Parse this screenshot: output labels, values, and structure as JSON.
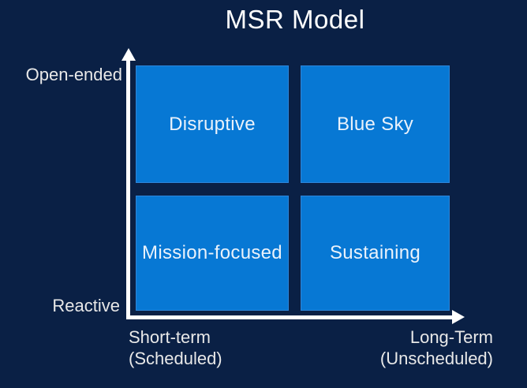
{
  "title": "MSR Model",
  "quadrants": [
    {
      "id": "top-left",
      "label": "Disruptive"
    },
    {
      "id": "top-right",
      "label": "Blue Sky"
    },
    {
      "id": "bottom-left",
      "label": "Mission-focused"
    },
    {
      "id": "bottom-right",
      "label": "Sustaining"
    }
  ],
  "axes": {
    "y": {
      "top_label": "Open-ended",
      "bottom_label": "Reactive"
    },
    "x": {
      "left_label": "Short-term",
      "left_sublabel": "(Scheduled)",
      "right_label": "Long-Term",
      "right_sublabel": "(Unscheduled)"
    }
  },
  "colors": {
    "background": "#0A2045",
    "quadrant_fill": "#0778D4",
    "quadrant_edge": "#2E86DA",
    "axis_arrow": "#FFFFFF",
    "title_text": "#FFFFFF",
    "quadrant_text": "#EAF2FB",
    "axis_label_text": "#E8E8E8"
  }
}
